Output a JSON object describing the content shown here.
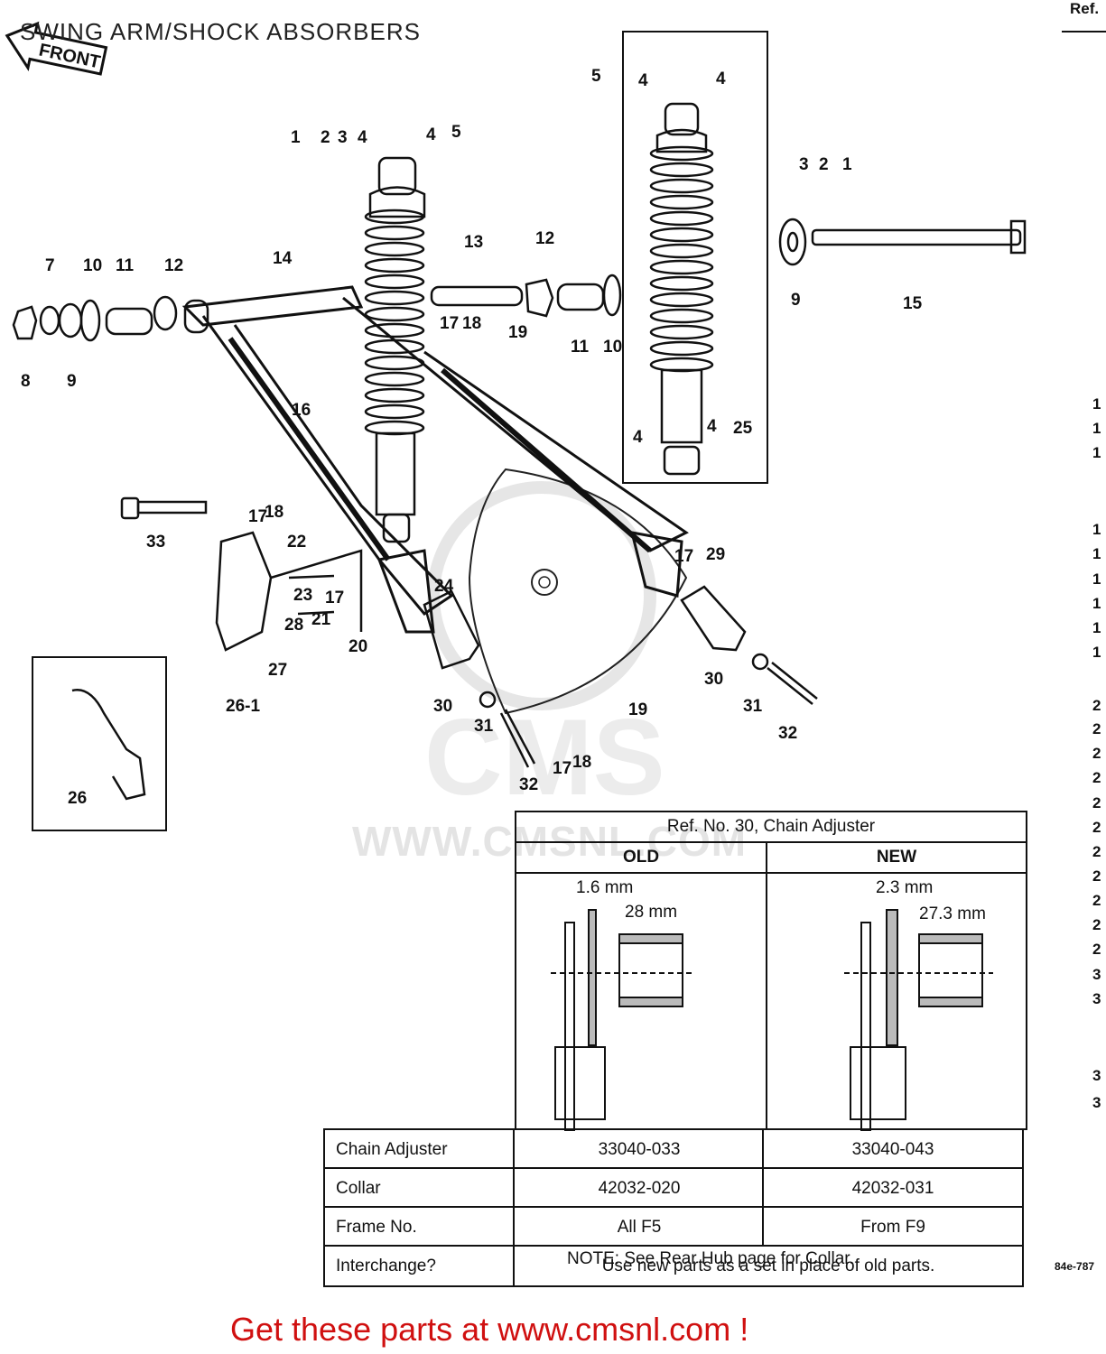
{
  "title": "SWING ARM/SHOCK ABSORBERS",
  "ref_header": "Ref.",
  "front_arrow_label": "FRONT",
  "watermark": "WWW.CMSNL.COM",
  "callouts": [
    "1",
    "2",
    "3",
    "4",
    "4",
    "5",
    "5",
    "4",
    "4",
    "3",
    "2",
    "1",
    "7",
    "10",
    "11",
    "12",
    "14",
    "13",
    "12",
    "17",
    "18",
    "19",
    "11",
    "10",
    "9",
    "15",
    "8",
    "9",
    "16",
    "4",
    "4",
    "25",
    "33",
    "17",
    "18",
    "22",
    "23",
    "17",
    "24",
    "28",
    "21",
    "20",
    "27",
    "26-1",
    "26",
    "30",
    "31",
    "30",
    "31",
    "32",
    "19",
    "17",
    "18",
    "32",
    "29",
    "17"
  ],
  "right_edge_numbers": [
    "1",
    "1",
    "1",
    "1",
    "1",
    "1",
    "1",
    "1",
    "1",
    "2",
    "2",
    "2",
    "2",
    "2",
    "2",
    "2",
    "2",
    "2",
    "2",
    "2",
    "3",
    "3",
    "3",
    "3"
  ],
  "chain_adjuster": {
    "header": "Ref. No. 30, Chain Adjuster",
    "old_label": "OLD",
    "new_label": "NEW",
    "old_thickness": "1.6 mm",
    "old_length": "28 mm",
    "new_thickness": "2.3 mm",
    "new_length": "27.3 mm"
  },
  "table": {
    "rows": [
      {
        "label": "Chain Adjuster",
        "old": "33040-033",
        "new": "33040-043"
      },
      {
        "label": "Collar",
        "old": "42032-020",
        "new": "42032-031"
      },
      {
        "label": "Frame No.",
        "old": "All  F5",
        "new": "From  F9"
      }
    ],
    "interchange_label": "Interchange?",
    "interchange_text": "Use new parts as a set in place of old parts."
  },
  "note": "NOTE: See Rear Hub page for Collar.",
  "diagram_code": "84e-787",
  "footer": "Get these parts at www.cmsnl.com !"
}
